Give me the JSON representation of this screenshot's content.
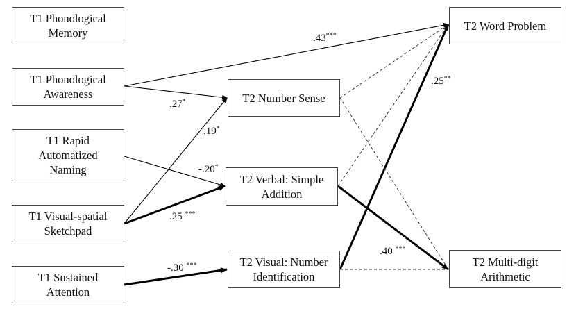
{
  "nodes": [
    {
      "id": "t1_pm",
      "label": "T1 Phonological Memory"
    },
    {
      "id": "t1_pa",
      "label": "T1 Phonological Awareness"
    },
    {
      "id": "t1_ran",
      "label": "T1 Rapid Automatized Naming"
    },
    {
      "id": "t1_vssp",
      "label": "T1 Visual-spatial Sketchpad"
    },
    {
      "id": "t1_sa",
      "label": "T1 Sustained Attention"
    },
    {
      "id": "t2_ns",
      "label": "T2 Number Sense"
    },
    {
      "id": "t2_verbal",
      "label": "T2 Verbal: Simple Addition"
    },
    {
      "id": "t2_visual",
      "label": "T2 Visual: Number Identification"
    },
    {
      "id": "t2_wp",
      "label": "T2 Word Problem"
    },
    {
      "id": "t2_mda",
      "label": "T2 Multi-digit Arithmetic"
    }
  ],
  "edges": [
    {
      "from": "t1_pa",
      "to": "t2_wp",
      "coef": ".43",
      "sig": "***",
      "style": "thin"
    },
    {
      "from": "t1_pa",
      "to": "t2_ns",
      "coef": ".27",
      "sig": "*",
      "style": "thin"
    },
    {
      "from": "t1_vssp",
      "to": "t2_ns",
      "coef": ".19",
      "sig": "*",
      "style": "thin"
    },
    {
      "from": "t1_ran",
      "to": "t2_verbal",
      "coef": "-.20",
      "sig": "*",
      "style": "thin"
    },
    {
      "from": "t1_vssp",
      "to": "t2_verbal",
      "coef": ".25",
      "sig": "***",
      "style": "thick"
    },
    {
      "from": "t1_sa",
      "to": "t2_visual",
      "coef": "-.30",
      "sig": "***",
      "style": "thick"
    },
    {
      "from": "t2_visual",
      "to": "t2_wp",
      "coef": ".25",
      "sig": "**",
      "style": "thick"
    },
    {
      "from": "t2_verbal",
      "to": "t2_mda",
      "coef": ".40",
      "sig": "***",
      "style": "thick"
    },
    {
      "from": "t2_ns",
      "to": "t2_wp",
      "coef": "",
      "sig": "",
      "style": "dashed"
    },
    {
      "from": "t2_verbal",
      "to": "t2_wp",
      "coef": "",
      "sig": "",
      "style": "dashed"
    },
    {
      "from": "t2_ns",
      "to": "t2_mda",
      "coef": "",
      "sig": "",
      "style": "dashed"
    },
    {
      "from": "t2_visual",
      "to": "t2_mda",
      "coef": "",
      "sig": "",
      "style": "dashed"
    }
  ]
}
